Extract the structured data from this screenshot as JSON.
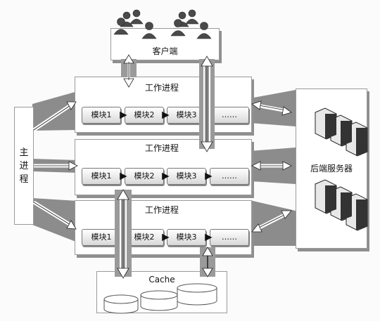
{
  "client": {
    "label": "客户端"
  },
  "master": {
    "chars": [
      "主",
      "进",
      "程"
    ]
  },
  "workers": [
    {
      "title": "工作进程",
      "modules": [
        "模块1",
        "模块2",
        "模块3",
        "……"
      ]
    },
    {
      "title": "工作进程",
      "modules": [
        "模块1",
        "模块2",
        "模块3",
        "……"
      ]
    },
    {
      "title": "工作进程",
      "modules": [
        "模块1",
        "模块2",
        "模块3",
        "……"
      ]
    }
  ],
  "backend": {
    "label": "后端服务器"
  },
  "cache": {
    "label": "Cache"
  },
  "icons": {
    "users": "users-icon",
    "servers": "server-icon",
    "cache": "database-icon"
  },
  "colors": {
    "shade": "#8c8c8c",
    "box": "#ffffff",
    "border": "#9a9a9a"
  }
}
